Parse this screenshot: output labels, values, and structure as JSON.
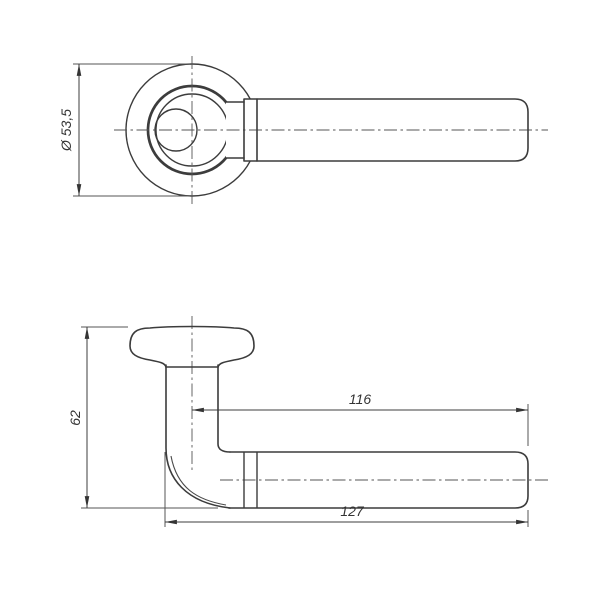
{
  "colors": {
    "background": "#ffffff",
    "contour_line": "#3c3c3c",
    "thin_line": "#555555"
  },
  "views": {
    "front": {
      "dimensions": {
        "rose_diameter": {
          "label": "Ø 53,5"
        }
      }
    },
    "side": {
      "dimensions": {
        "overall_height": {
          "label": "62"
        },
        "axis_to_end_length": {
          "label": "116"
        },
        "overall_length": {
          "label": "127"
        }
      }
    }
  }
}
